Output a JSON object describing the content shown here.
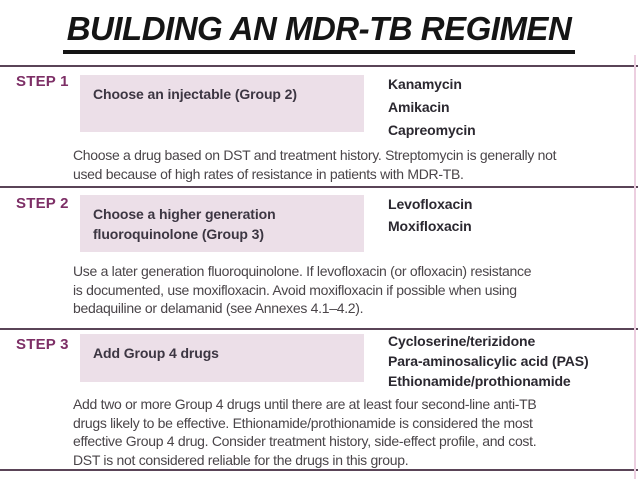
{
  "title": "BUILDING AN MDR-TB REGIMEN",
  "steps": [
    {
      "label": "STEP 1",
      "box_text": "Choose an injectable (Group 2)",
      "drugs": [
        "Kanamycin",
        "Amikacin",
        "Capreomycin"
      ],
      "note": "Choose a drug based on DST and treatment history. Streptomycin is generally not\nused because of high rates of resistance in patients with MDR-TB."
    },
    {
      "label": "STEP 2",
      "box_text": "Choose a higher generation\nfluoroquinolone (Group 3)",
      "drugs": [
        "Levofloxacin",
        "Moxifloxacin"
      ],
      "note": "Use a later generation fluoroquinolone. If levofloxacin (or ofloxacin) resistance\nis documented, use moxifloxacin. Avoid moxifloxacin if possible when using\nbedaquiline or delamanid (see Annexes 4.1–4.2)."
    },
    {
      "label": "STEP 3",
      "box_text": "Add Group 4 drugs",
      "drugs": [
        "Cycloserine/terizidone",
        "Para-aminosalicylic acid (PAS)",
        "Ethionamide/prothionamide"
      ],
      "note": "Add two or more Group 4 drugs until there are at least four second-line anti-TB\ndrugs likely to be effective. Ethionamide/prothionamide is considered the most\neffective Group 4 drug. Consider treatment history, side-effect profile, and cost.\nDST is not considered reliable for the drugs in this group."
    }
  ],
  "colors": {
    "bg": "#ffffff",
    "title_text": "#151515",
    "divider": "#5a4457",
    "step_label": "#7d2f66",
    "box_bg": "#ecdfe8",
    "box_text": "#3c3642",
    "drug_text": "#2b2830",
    "note_text": "#4a4549",
    "edge_line": "#eccfe0"
  }
}
